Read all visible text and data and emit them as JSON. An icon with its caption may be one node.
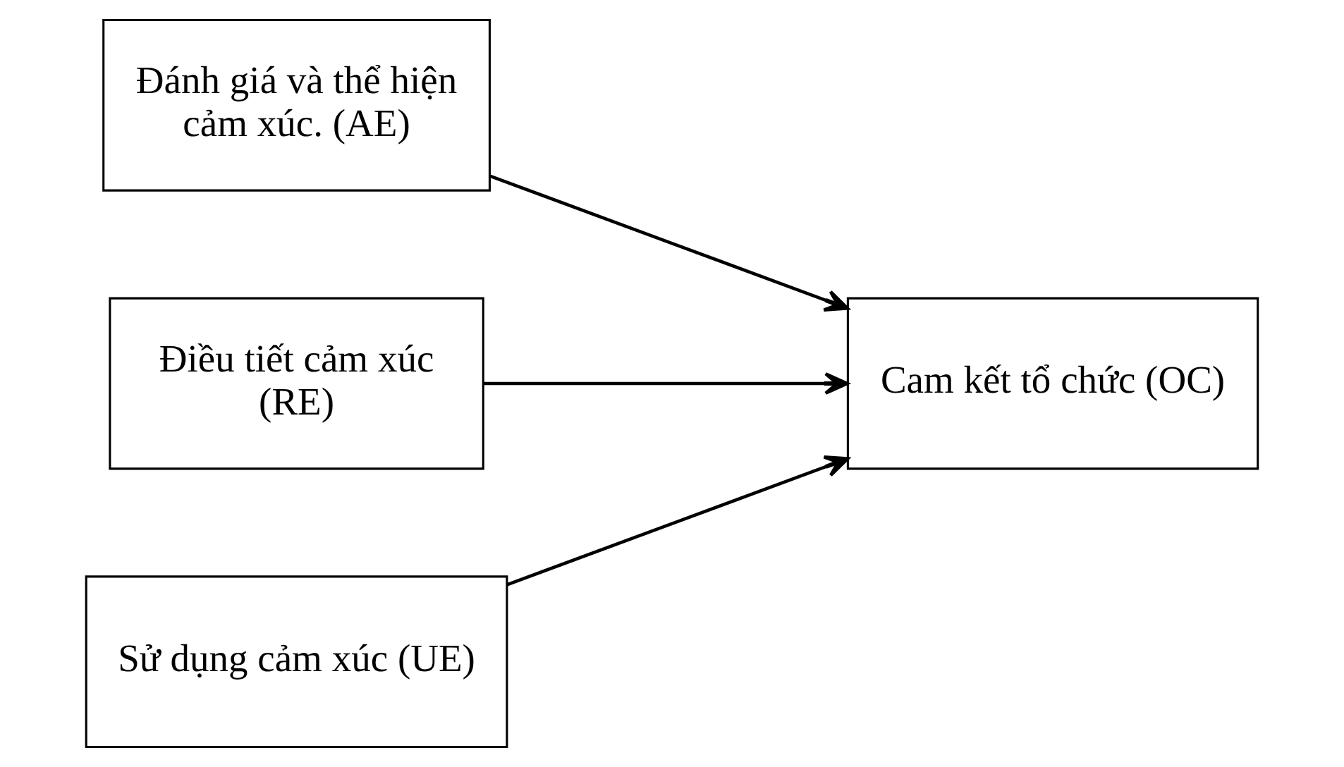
{
  "diagram": {
    "nodes": [
      {
        "text": [
          "Đánh giá và thể hiện cảm xúc. (AE)"
        ]
      },
      {
        "text": [
          "Điều tiết cảm xúc (RE)"
        ]
      },
      {
        "text": [
          "Sử dụng cảm xúc (UE)"
        ]
      },
      {
        "text": [
          "Cam kết tổ chức (OC)"
        ]
      }
    ],
    "edges": [
      {
        "from": 0,
        "to": 3,
        "arrow": "to"
      },
      {
        "from": 1,
        "to": 3,
        "arrow": "to"
      },
      {
        "from": 2,
        "to": 3,
        "arrow": "to"
      }
    ]
  }
}
